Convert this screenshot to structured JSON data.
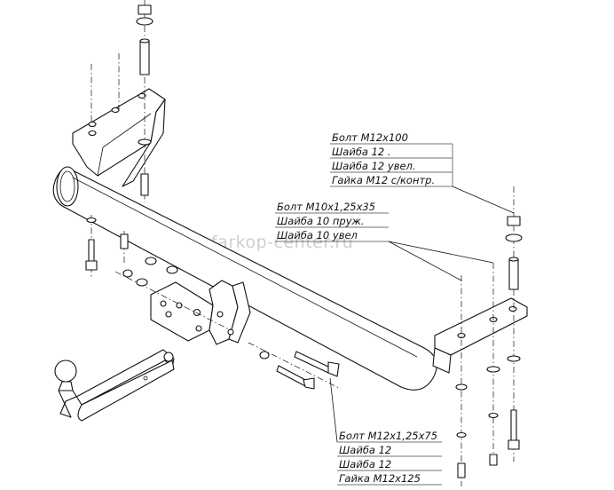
{
  "watermark": "farkop-center.ru",
  "callout_top_right": {
    "rows": [
      "Болт M12x100",
      "Шайба 12 .",
      "Шайба 12 увел.",
      "Гайка M12 с/контр."
    ]
  },
  "callout_middle": {
    "rows": [
      "Болт M10x1,25x35",
      "Шайба 10 пруж.",
      "Шайба 10 увел"
    ]
  },
  "callout_bottom": {
    "rows": [
      "Болт M12x1,25x75",
      "Шайба 12",
      "Шайба 12",
      "Гайка M12x125"
    ]
  }
}
